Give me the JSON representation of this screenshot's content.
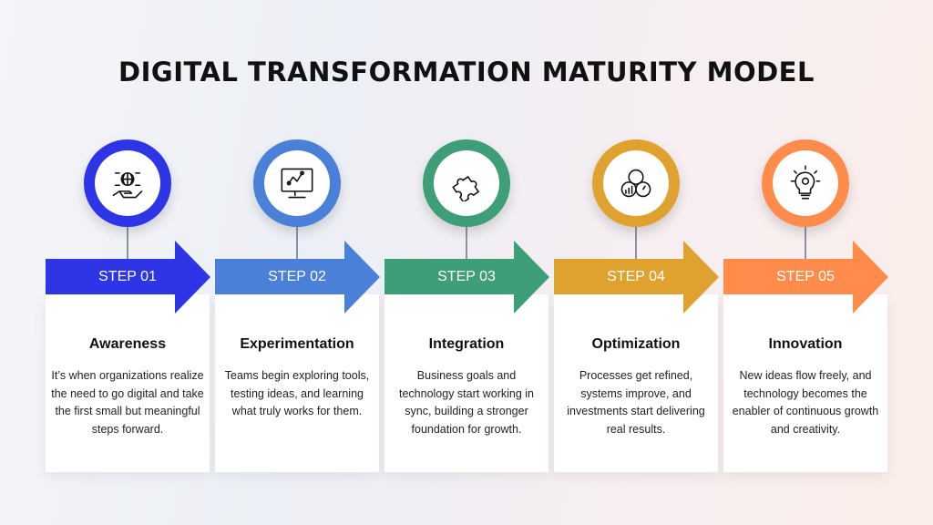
{
  "title": "DIGITAL TRANSFORMATION MATURITY MODEL",
  "steps": [
    {
      "label": "STEP 01",
      "name": "Awareness",
      "desc": "It’s when organizations realize the need to go digital and take the first small but meaningful steps forward.",
      "color": "#2E35E6",
      "icon": "globe-gear-hand-icon"
    },
    {
      "label": "STEP 02",
      "name": "Experimentation",
      "desc": "Teams begin exploring tools, testing ideas, and learning what truly works for them.",
      "color": "#4A80D8",
      "icon": "monitor-chart-icon"
    },
    {
      "label": "STEP 03",
      "name": "Integration",
      "desc": "Business goals and technology start working in sync, building a stronger foundation for growth.",
      "color": "#3E9E78",
      "icon": "puzzle-icon"
    },
    {
      "label": "STEP 04",
      "name": "Optimization",
      "desc": "Processes get refined, systems improve, and investments start delivering real results.",
      "color": "#E0A22E",
      "icon": "gear-analytics-icon"
    },
    {
      "label": "STEP 05",
      "name": "Innovation",
      "desc": "New ideas flow freely, and technology becomes the enabler of continuous growth and creativity.",
      "color": "#FF8C4A",
      "icon": "lightbulb-gear-icon"
    }
  ]
}
